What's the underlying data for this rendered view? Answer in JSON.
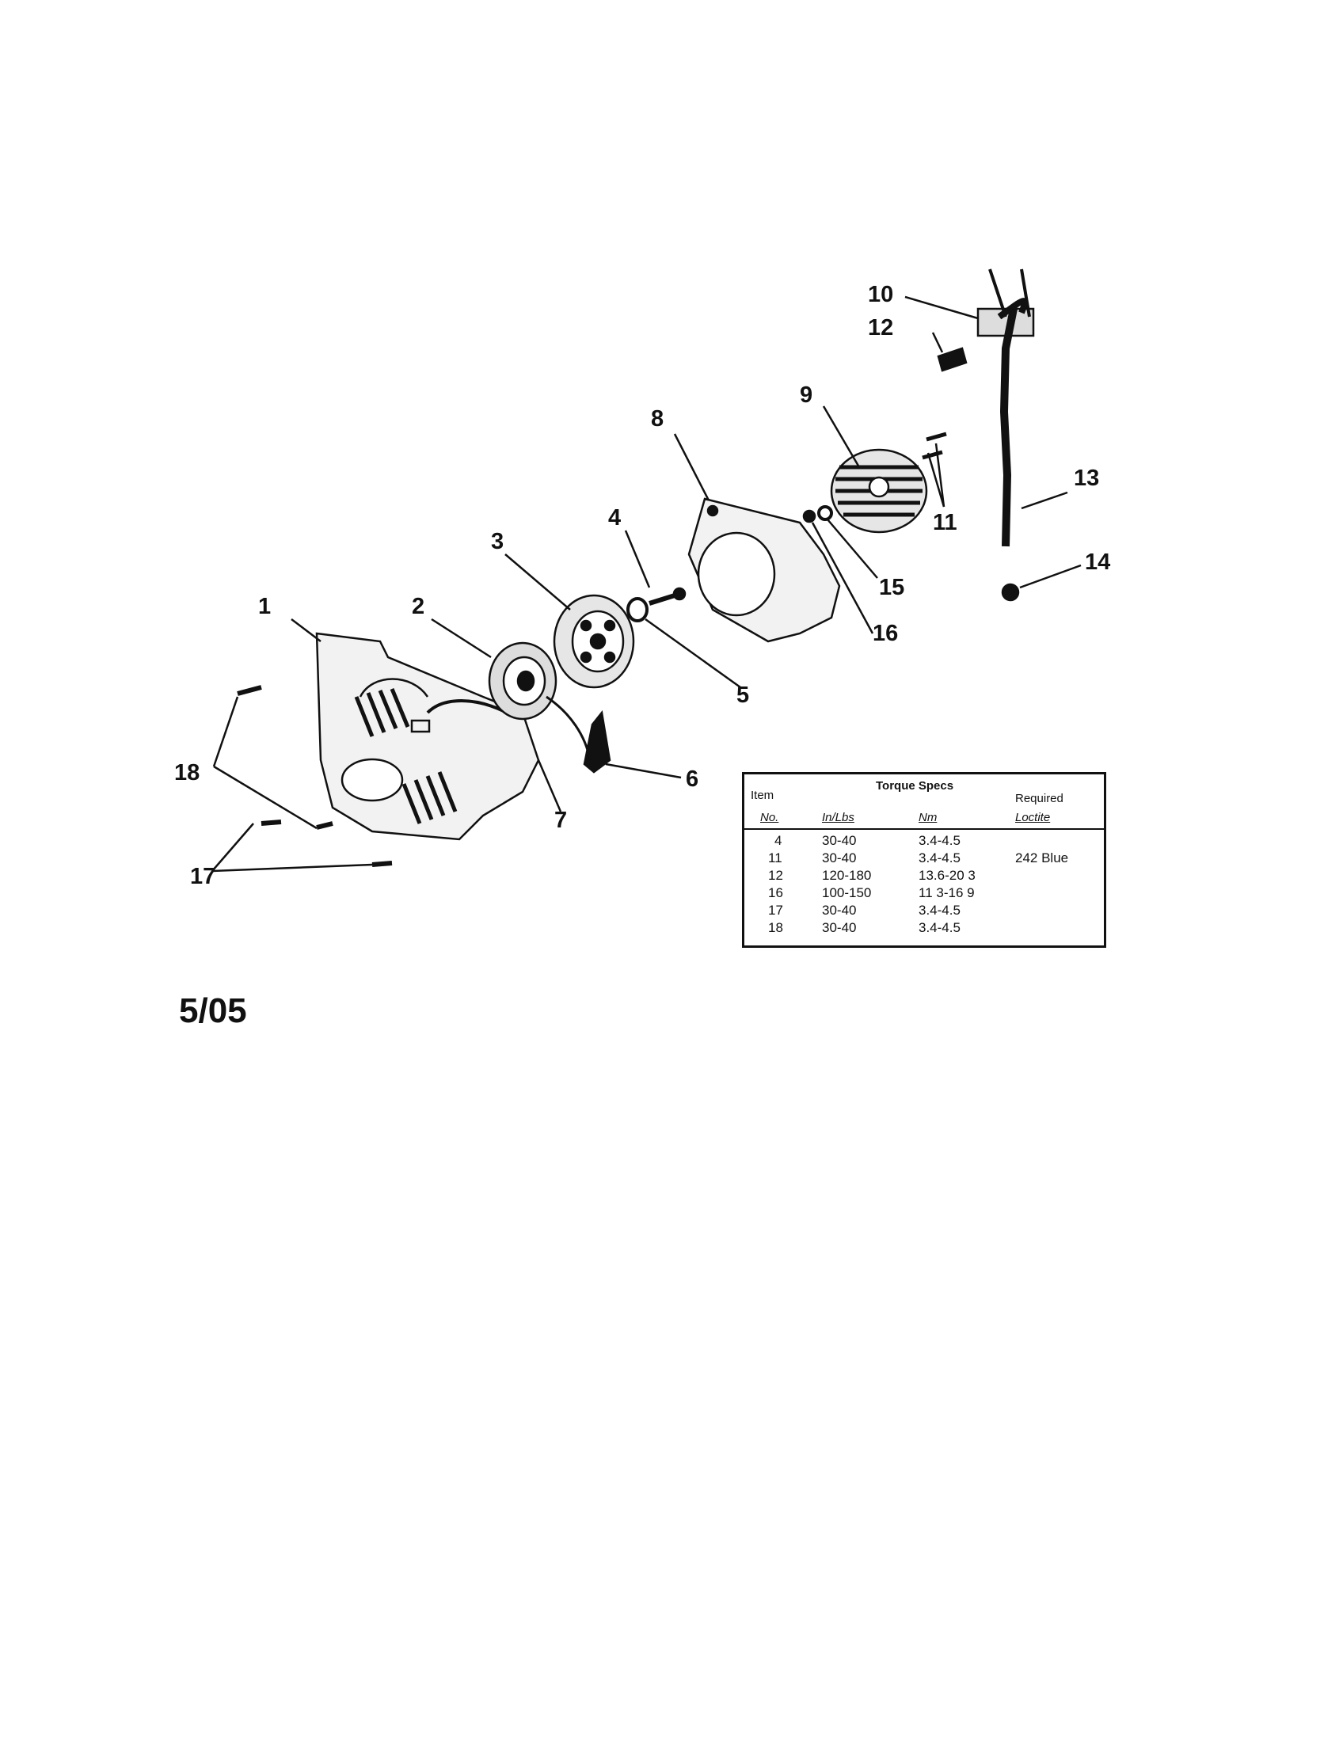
{
  "callouts": {
    "c1": "1",
    "c2": "2",
    "c3": "3",
    "c4": "4",
    "c5": "5",
    "c6": "6",
    "c7": "7",
    "c8": "8",
    "c9": "9",
    "c10": "10",
    "c11": "11",
    "c12": "12",
    "c13": "13",
    "c14": "14",
    "c15": "15",
    "c16": "16",
    "c17": "17",
    "c18": "18"
  },
  "torque_table": {
    "title": "Torque Specs",
    "headers": {
      "item_line1": "Item",
      "item_line2": "No.",
      "in_lbs": "In/Lbs",
      "nm": "Nm",
      "required_line1": "Required",
      "required_line2": "Loctite"
    },
    "rows": [
      {
        "item": "4",
        "in_lbs": "30-40",
        "nm": "3.4-4.5",
        "loctite": ""
      },
      {
        "item": "11",
        "in_lbs": "30-40",
        "nm": "3.4-4.5",
        "loctite": "242 Blue"
      },
      {
        "item": "12",
        "in_lbs": "120-180",
        "nm": "13.6-20 3",
        "loctite": ""
      },
      {
        "item": "16",
        "in_lbs": "100-150",
        "nm": "11 3-16 9",
        "loctite": ""
      },
      {
        "item": "17",
        "in_lbs": "30-40",
        "nm": "3.4-4.5",
        "loctite": ""
      },
      {
        "item": "18",
        "in_lbs": "30-40",
        "nm": "3.4-4.5",
        "loctite": ""
      }
    ]
  },
  "date_code": "5/05"
}
